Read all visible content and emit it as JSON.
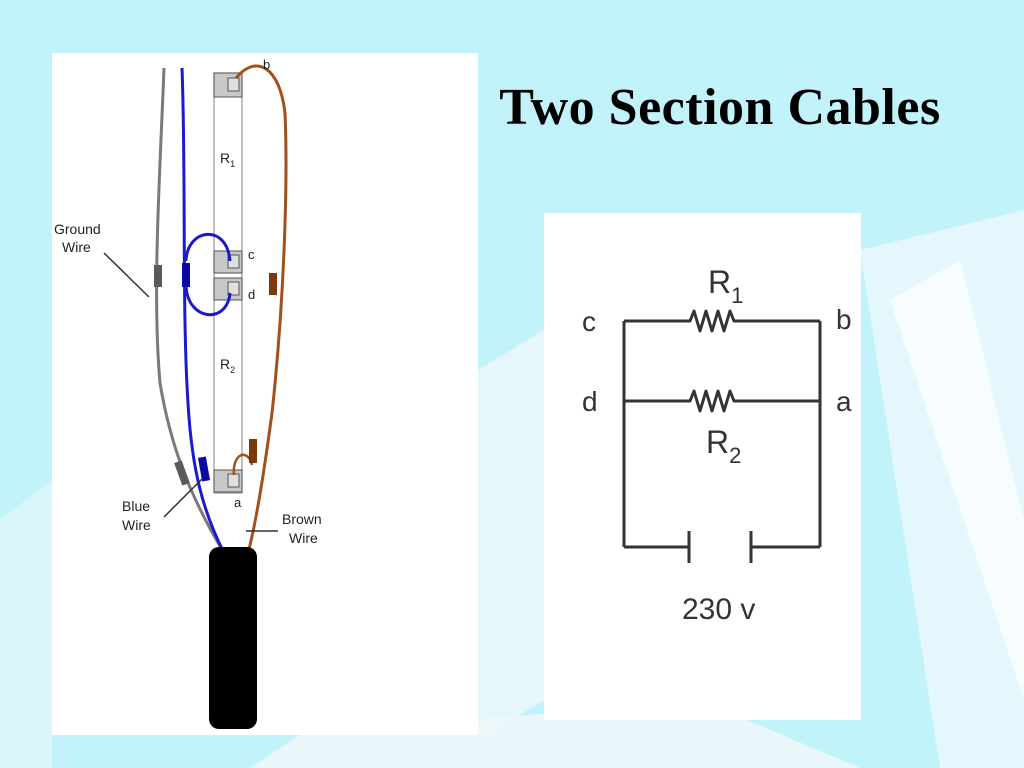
{
  "slide": {
    "title": "Two Section Cables"
  },
  "cable_diagram": {
    "labels": {
      "terminal_b": "b",
      "terminal_c": "c",
      "terminal_d": "d",
      "terminal_a": "a",
      "r1_main": "R",
      "r1_sub": "1",
      "r2_main": "R",
      "r2_sub": "2",
      "ground_wire_line1": "Ground",
      "ground_wire_line2": "Wire",
      "blue_wire_line1": "Blue",
      "blue_wire_line2": "Wire",
      "brown_wire_line1": "Brown",
      "brown_wire_line2": "Wire"
    },
    "colors": {
      "ground_wire": "#7a7a7a",
      "blue_wire": "#1a1ad0",
      "brown_wire": "#a0521a",
      "cable_jacket": "#000000",
      "terminal_fill": "#c8c8c8"
    }
  },
  "circuit_diagram": {
    "labels": {
      "node_c": "c",
      "node_b": "b",
      "node_d": "d",
      "node_a": "a",
      "r1_main": "R",
      "r1_sub": "1",
      "r2_main": "R",
      "r2_sub": "2",
      "supply_voltage": "230 v"
    }
  }
}
